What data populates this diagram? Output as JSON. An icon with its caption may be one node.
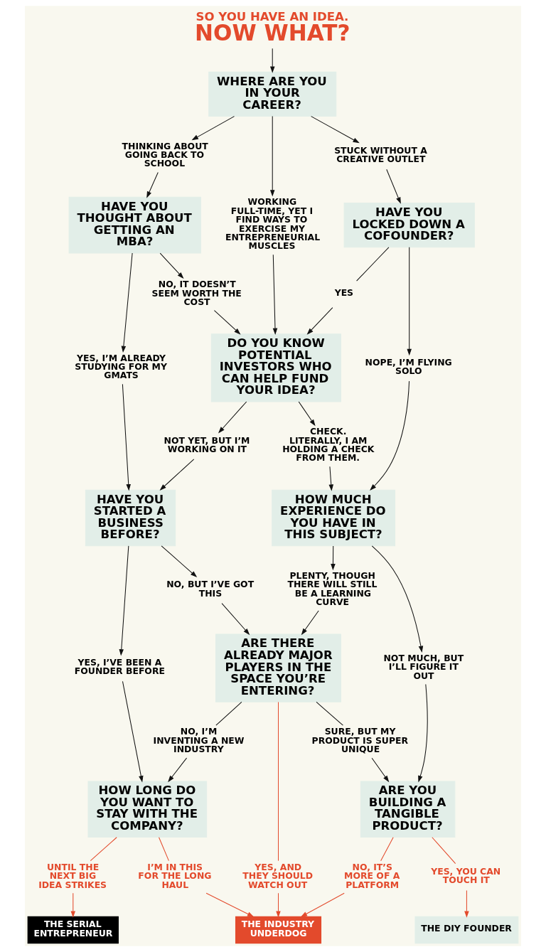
{
  "diagram": {
    "nodes": [
      {
        "text": [
          "SO YOU HAVE AN IDEA.",
          "NOW WHAT?"
        ]
      },
      {
        "text": [
          "WHERE ARE YOU IN YOUR CAREER?"
        ]
      },
      {
        "text": [
          "THINKING ABOUT GOING BACK TO SCHOOL"
        ]
      },
      {
        "text": [
          "STUCK WITHOUT A CREATIVE OUTLET"
        ]
      },
      {
        "text": [
          "WORKING FULL-TIME, YET I FIND WAYS TO EXERCISE MY ENTREPRENEURIAL MUSCLES"
        ]
      },
      {
        "text": [
          "HAVE YOU THOUGHT ABOUT GETTING AN MBA?"
        ]
      },
      {
        "text": [
          "HAVE YOU LOCKED DOWN A COFOUNDER?"
        ]
      },
      {
        "text": [
          "YES, I’M ALREADY STUDYING FOR MY GMATS"
        ]
      },
      {
        "text": [
          "NO, IT DOESN’T SEEM WORTH THE COST"
        ]
      },
      {
        "text": [
          "YES"
        ]
      },
      {
        "text": [
          "NOPE, I’M FLYING SOLO"
        ]
      },
      {
        "text": [
          "DO YOU KNOW POTENTIAL INVESTORS WHO CAN HELP FUND YOUR IDEA?"
        ]
      },
      {
        "text": [
          "NOT YET, BUT I’M WORKING ON IT"
        ]
      },
      {
        "text": [
          "CHECK. LITERALLY, I AM HOLDING A CHECK FROM THEM."
        ]
      },
      {
        "text": [
          "HAVE YOU STARTED A BUSINESS BEFORE?"
        ]
      },
      {
        "text": [
          "HOW MUCH EXPERIENCE DO YOU HAVE IN THIS SUBJECT?"
        ]
      },
      {
        "text": [
          "NO, BUT I’VE GOT THIS"
        ]
      },
      {
        "text": [
          "PLENTY, THOUGH THERE WILL STILL BE A LEARNING CURVE"
        ]
      },
      {
        "text": [
          "YES, I’VE BEEN A FOUNDER BEFORE"
        ]
      },
      {
        "text": [
          "NOT MUCH, BUT I’LL FIGURE IT OUT"
        ]
      },
      {
        "text": [
          "ARE THERE ALREADY MAJOR PLAYERS IN THE SPACE YOU’RE ENTERING?"
        ]
      },
      {
        "text": [
          "HOW LONG DO YOU WANT TO STAY WITH THE COMPANY?"
        ]
      },
      {
        "text": [
          "NO, I’M INVENTING A NEW INDUSTRY"
        ]
      },
      {
        "text": [
          "SURE, BUT MY PRODUCT IS SUPER UNIQUE"
        ]
      },
      {
        "text": [
          "ARE YOU BUILDING A TANGIBLE PRODUCT?"
        ]
      },
      {
        "text": [
          "UNTIL THE NEXT BIG IDEA STRIKES"
        ]
      },
      {
        "text": [
          "I’M IN THIS FOR THE LONG HAUL"
        ]
      },
      {
        "text": [
          "YES, AND THEY SHOULD WATCH OUT"
        ]
      },
      {
        "text": [
          "NO, IT’S MORE OF A PLATFORM"
        ]
      },
      {
        "text": [
          "YES, YOU CAN TOUCH IT"
        ]
      },
      {
        "text": [
          "THE SERIAL ENTREPRENEUR"
        ]
      },
      {
        "text": [
          "THE INDUSTRY UNDERDOG"
        ]
      },
      {
        "text": [
          "THE DIY FOUNDER"
        ]
      }
    ],
    "edges": [
      {
        "from": 0,
        "to": 1,
        "arrow": "to"
      },
      {
        "from": 1,
        "to": 2,
        "arrow": "to"
      },
      {
        "from": 1,
        "to": 3,
        "arrow": "to"
      },
      {
        "from": 1,
        "to": 4,
        "arrow": "to"
      },
      {
        "from": 2,
        "to": 5,
        "arrow": "to"
      },
      {
        "from": 3,
        "to": 6,
        "arrow": "to"
      },
      {
        "from": 4,
        "to": 11,
        "arrow": "to"
      },
      {
        "from": 5,
        "to": 7,
        "arrow": "to"
      },
      {
        "from": 5,
        "to": 8,
        "arrow": "to"
      },
      {
        "from": 6,
        "to": 9,
        "arrow": "none"
      },
      {
        "from": 6,
        "to": 10,
        "arrow": "to"
      },
      {
        "from": 7,
        "to": 14,
        "arrow": "to"
      },
      {
        "from": 8,
        "to": 11,
        "arrow": "to"
      },
      {
        "from": 9,
        "to": 11,
        "arrow": "to"
      },
      {
        "from": 10,
        "to": 15,
        "arrow": "to"
      },
      {
        "from": 11,
        "to": 12,
        "arrow": "to"
      },
      {
        "from": 11,
        "to": 13,
        "arrow": "to"
      },
      {
        "from": 12,
        "to": 14,
        "arrow": "to"
      },
      {
        "from": 13,
        "to": 15,
        "arrow": "to"
      },
      {
        "from": 14,
        "to": 16,
        "arrow": "to"
      },
      {
        "from": 14,
        "to": 18,
        "arrow": "to"
      },
      {
        "from": 15,
        "to": 17,
        "arrow": "to"
      },
      {
        "from": 15,
        "to": 19,
        "arrow": "to"
      },
      {
        "from": 16,
        "to": 20,
        "arrow": "to"
      },
      {
        "from": 17,
        "to": 20,
        "arrow": "to"
      },
      {
        "from": 18,
        "to": 21,
        "arrow": "to"
      },
      {
        "from": 19,
        "to": 24,
        "arrow": "to"
      },
      {
        "from": 20,
        "to": 22,
        "arrow": "none"
      },
      {
        "from": 20,
        "to": 23,
        "arrow": "none"
      },
      {
        "from": 22,
        "to": 21,
        "arrow": "to"
      },
      {
        "from": 23,
        "to": 24,
        "arrow": "to"
      },
      {
        "from": 21,
        "to": 25,
        "arrow": "none",
        "color": "#e34a2c"
      },
      {
        "from": 21,
        "to": 26,
        "arrow": "none",
        "color": "#e34a2c"
      },
      {
        "from": 20,
        "to": 27,
        "arrow": "none",
        "color": "#e34a2c"
      },
      {
        "from": 24,
        "to": 28,
        "arrow": "none",
        "color": "#e34a2c"
      },
      {
        "from": 24,
        "to": 29,
        "arrow": "none",
        "color": "#e34a2c"
      },
      {
        "from": 25,
        "to": 30,
        "arrow": "to",
        "color": "#e34a2c"
      },
      {
        "from": 26,
        "to": 31,
        "arrow": "to",
        "color": "#e34a2c"
      },
      {
        "from": 27,
        "to": 31,
        "arrow": "to",
        "color": "#e34a2c"
      },
      {
        "from": 28,
        "to": 31,
        "arrow": "to",
        "color": "#e34a2c"
      },
      {
        "from": 29,
        "to": 32,
        "arrow": "to",
        "color": "#e34a2c"
      }
    ]
  }
}
